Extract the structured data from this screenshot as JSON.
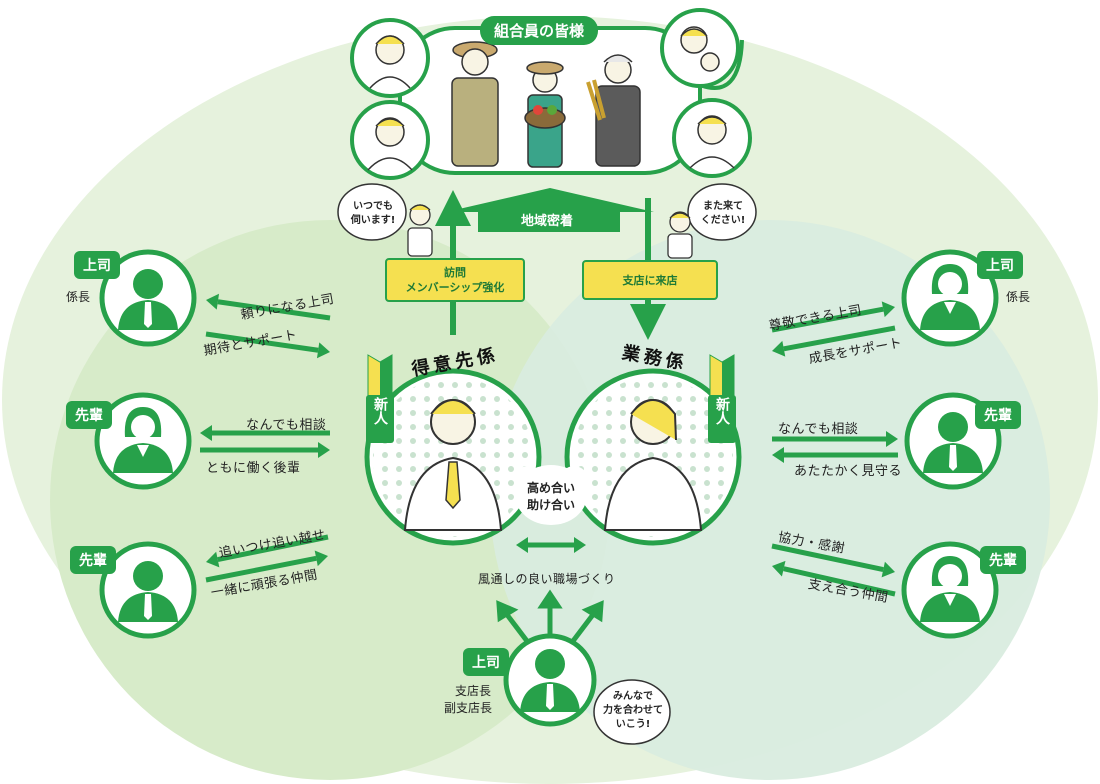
{
  "colors": {
    "green": "#27a14a",
    "dark_green": "#1f7a36",
    "light_green_bg": "#e6f2dd",
    "left_circle": "#d7ebc9",
    "right_circle": "#d9ecdf",
    "yellow": "#f5e050"
  },
  "top": {
    "title": "組合員の皆様",
    "center_arrow_label": "地域密着"
  },
  "left_dept": {
    "title": "得意先係",
    "badge": "新人",
    "action_box": [
      "訪問",
      "メンバーシップ強化"
    ],
    "bubble": [
      "いつでも",
      "伺います!"
    ]
  },
  "right_dept": {
    "title": "業務係",
    "badge": "新人",
    "action_box": [
      "支店に来店"
    ],
    "bubble": [
      "また来て",
      "ください!"
    ]
  },
  "center": {
    "cloud": [
      "高め合い",
      "助け合い"
    ],
    "workplace": "風通しの良い職場づくり"
  },
  "left_people": [
    {
      "badge": "上司",
      "role": "係長",
      "arrow_top": "頼りになる上司",
      "arrow_bottom": "期待とサポート"
    },
    {
      "badge": "先輩",
      "role": "",
      "arrow_top": "なんでも相談",
      "arrow_bottom": "ともに働く後輩"
    },
    {
      "badge": "先輩",
      "role": "",
      "arrow_top": "追いつけ追い越せ",
      "arrow_bottom": "一緒に頑張る仲間"
    }
  ],
  "right_people": [
    {
      "badge": "上司",
      "role": "係長",
      "arrow_top": "尊敬できる上司",
      "arrow_bottom": "成長をサポート"
    },
    {
      "badge": "先輩",
      "role": "",
      "arrow_top": "なんでも相談",
      "arrow_bottom": "あたたかく見守る"
    },
    {
      "badge": "先輩",
      "role": "",
      "arrow_top": "協力・感謝",
      "arrow_bottom": "支え合う仲間"
    }
  ],
  "bottom_boss": {
    "badge": "上司",
    "roles": [
      "支店長",
      "副支店長"
    ],
    "bubble": [
      "みんなで",
      "力を合わせて",
      "いこう!"
    ]
  }
}
